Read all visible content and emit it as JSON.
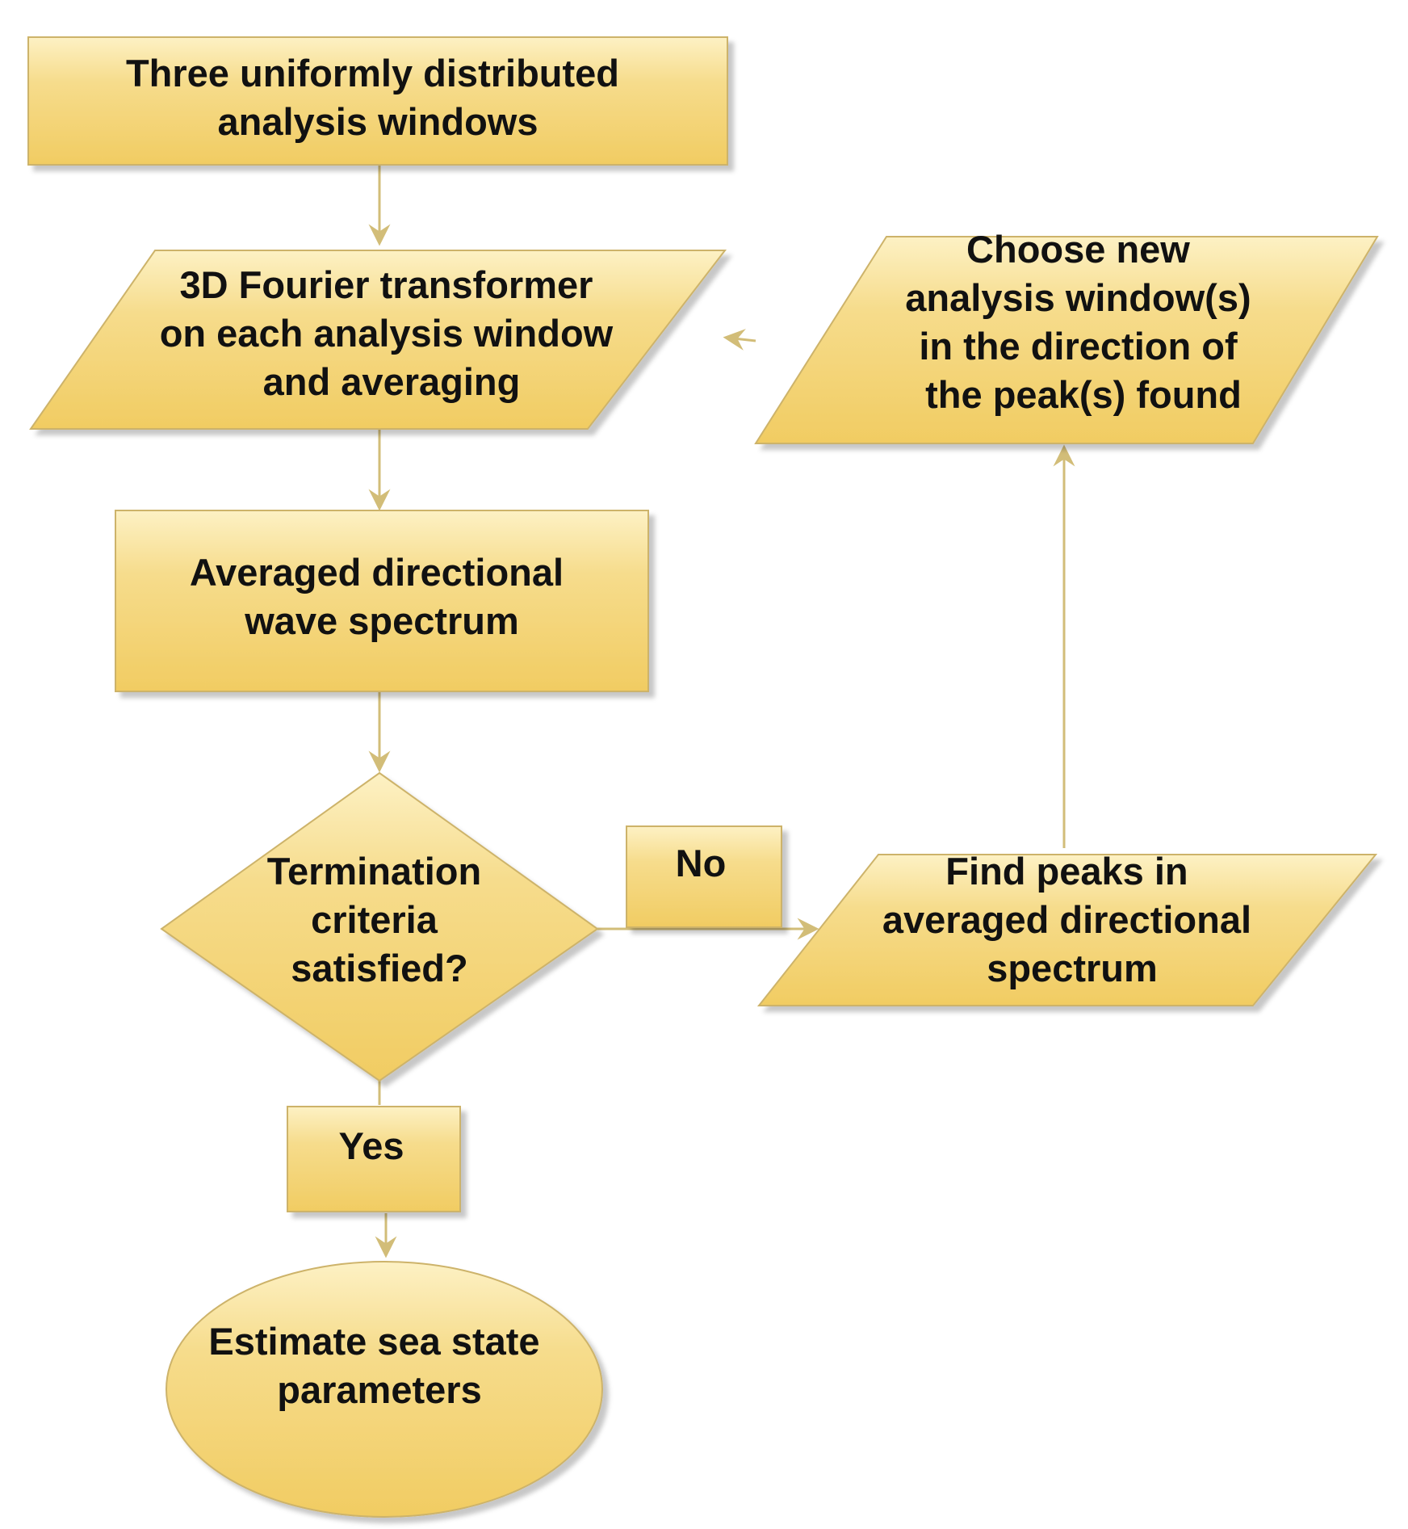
{
  "colors": {
    "fill_light": "#fdf1c4",
    "fill_dark": "#f1cc62",
    "stroke": "#cdb36a",
    "connector": "#d2bd78",
    "text": "#111111"
  },
  "nodes": {
    "start": {
      "shape": "rectangle",
      "lines": [
        "Three uniformly distributed",
        "analysis windows"
      ]
    },
    "fourier": {
      "shape": "parallelogram",
      "lines": [
        "3D Fourier transformer",
        "on each analysis window",
        "and averaging"
      ]
    },
    "spectrum": {
      "shape": "rectangle",
      "lines": [
        "Averaged directional",
        "wave spectrum"
      ]
    },
    "decision": {
      "shape": "diamond",
      "lines": [
        "Termination",
        "criteria",
        "satisfied?"
      ]
    },
    "yes_label": {
      "shape": "rectangle",
      "lines": [
        "Yes"
      ]
    },
    "no_label": {
      "shape": "rectangle",
      "lines": [
        "No"
      ]
    },
    "find_peaks": {
      "shape": "parallelogram",
      "lines": [
        "Find peaks in",
        "averaged directional",
        "spectrum"
      ]
    },
    "choose_window": {
      "shape": "parallelogram",
      "lines": [
        "Choose new",
        "analysis window(s)",
        "in the direction of",
        "the peak(s) found"
      ]
    },
    "estimate": {
      "shape": "ellipse",
      "lines": [
        "Estimate sea state",
        "parameters"
      ]
    }
  }
}
